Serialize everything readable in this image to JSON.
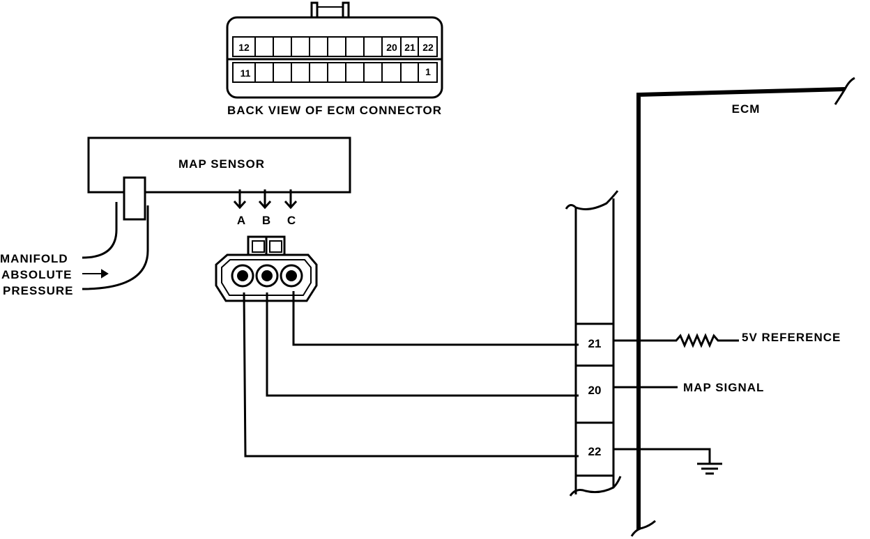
{
  "connector": {
    "caption": "BACK VIEW OF ECM CONNECTOR",
    "top_left_pin": "12",
    "top_right_pins": [
      "20",
      "21",
      "22"
    ],
    "bottom_left_pin": "11",
    "bottom_right_pin": "1"
  },
  "sensor": {
    "title": "MAP SENSOR",
    "terminals": [
      "A",
      "B",
      "C"
    ]
  },
  "pressure_label": [
    "MANIFOLD",
    "ABSOLUTE",
    "PRESSURE"
  ],
  "ecm": {
    "title": "ECM",
    "pins": [
      "21",
      "20",
      "22"
    ],
    "reference_label": "5V REFERENCE",
    "signal_label": "MAP SIGNAL"
  }
}
